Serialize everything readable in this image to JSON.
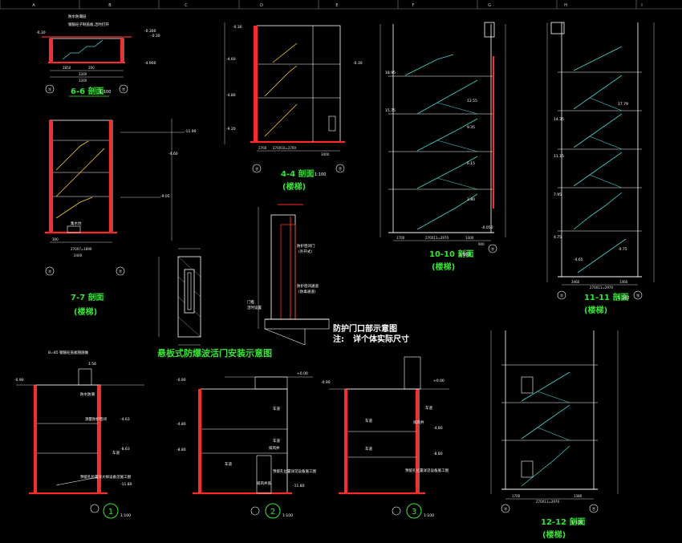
{
  "column_labels": [
    "A",
    "B",
    "C",
    "D",
    "E",
    "F",
    "G",
    "H",
    "I"
  ],
  "sections": {
    "s66": {
      "title": "6-6 剖面",
      "scale": "1:100",
      "notes": [
        "防水防潮层",
        "钢筋砼子制盖板,活时打开"
      ],
      "elevations": [
        "-0.30",
        "-0.30",
        "-0.300",
        "-4.900"
      ],
      "axis": [
        "⑬",
        "⑰"
      ],
      "dims": [
        "2850",
        "200",
        "3300",
        "3300"
      ]
    },
    "s44": {
      "title": "4-4 剖面",
      "scale": "1:100",
      "tag": "(楼梯)",
      "elevations": [
        "-0.30",
        "-4.60",
        "-4.80",
        "-0.30",
        "-9.20"
      ],
      "axis": [
        "⑬",
        "⑰"
      ],
      "dims": [
        "2700",
        "270X10=2700",
        "3400"
      ]
    },
    "s77": {
      "title": "7-7 剖面",
      "tag": "(楼梯)",
      "elevations": [
        "-4.60",
        "-11.90",
        "-9.05"
      ],
      "labels": [
        "集水坑"
      ],
      "axis": [
        "⑬",
        "⑰"
      ],
      "dims": [
        "300",
        "270X7=1890",
        "2400"
      ]
    },
    "s1010": {
      "title": "10-10 剖面",
      "scale": "1:100",
      "tag": "(楼梯)",
      "elevations": [
        "18.95",
        "15.75",
        "12.55",
        "9.35",
        "6.15",
        "2.80",
        "-0.050"
      ],
      "axis": [
        "⑬"
      ],
      "dims": [
        "1700",
        "270X11=2970",
        "1400",
        "900"
      ]
    },
    "s1111": {
      "title": "11-11 剖面",
      "scale": "1:100",
      "tag": "(楼梯)",
      "elevations": [
        "17.79",
        "14.35",
        "11.15",
        "7.95",
        "4.75",
        "-0.75",
        "-4.65"
      ],
      "axis": [
        "⑬",
        "⑮"
      ],
      "dims": [
        "3460",
        "270X11=2970",
        "1460"
      ]
    },
    "s1212": {
      "title": "12-12 剖面",
      "scale": "1:100",
      "tag": "(楼梯)",
      "axis": [
        "⑬",
        "⑰"
      ],
      "dims": [
        "1700",
        "270X11=2970",
        "1380"
      ]
    }
  },
  "door_detail": {
    "caption": "悬板式防爆波活门安装示意图"
  },
  "gate_detail": {
    "labels": [
      "防护密闭门",
      "(外开式)",
      "防护密闭通道",
      "(防毒通道)",
      "门槛",
      "活时设置"
    ]
  },
  "gate_note": {
    "line1": "防护门口部示意图",
    "prefix": "注:",
    "line2": "详个体实际尺寸"
  },
  "details": {
    "d1": {
      "number": "1",
      "scale": "1:100",
      "labels": [
        "B=85 钢筋砼盖板随施做",
        "防水防潮",
        "测量防护密闭",
        "车道",
        "预留孔位置详大样设备见施工图"
      ],
      "elevations": [
        "-0.90",
        "1.56",
        "-4.63",
        "-8.63",
        "-11.80"
      ]
    },
    "d2": {
      "number": "2",
      "scale": "1:100",
      "labels": [
        "车道",
        "车道",
        "排风井",
        "车道",
        "排风井盖",
        "预留孔位置详见设备施工图"
      ],
      "elevations": [
        "+0.00",
        "-0.90",
        "-4.80",
        "-8.80",
        "-11.80"
      ]
    },
    "d3": {
      "number": "3",
      "scale": "1:100",
      "labels": [
        "车道",
        "排风井",
        "车道",
        "车道",
        "预留孔位置详见设备施工图"
      ],
      "elevations": [
        "+0.00",
        "-0.90",
        "-4.80",
        "-8.80"
      ]
    }
  },
  "colors": {
    "background": "#000000",
    "white_line": "#ffffff",
    "cyan_line": "#3fd6d0",
    "red_line": "#ff2a2a",
    "yellow_line": "#ffd21e",
    "green_text": "#32e632"
  }
}
